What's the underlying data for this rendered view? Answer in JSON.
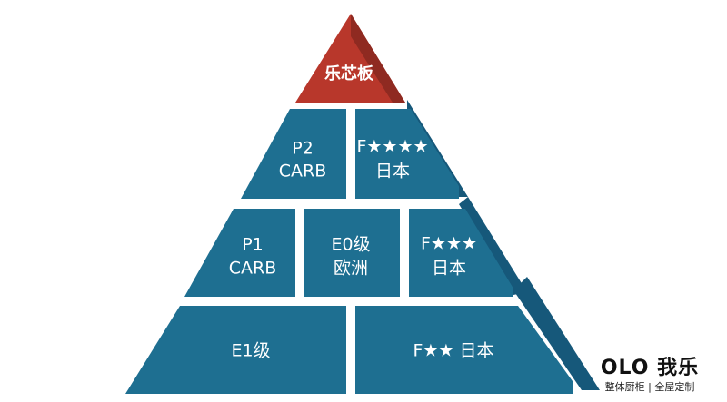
{
  "pyramid": {
    "top": {
      "line1": "乐芯板",
      "color": "#b8372b"
    },
    "tier2_left": {
      "line1": "P2",
      "line2": "CARB"
    },
    "tier2_right": {
      "line1": "F★★★★",
      "line2": "日本"
    },
    "tier3_left": {
      "line1": "P1",
      "line2": "CARB"
    },
    "tier3_mid": {
      "line1": "E0级",
      "line2": "欧洲"
    },
    "tier3_right": {
      "line1": "F★★★",
      "line2": "日本"
    },
    "tier4_left": {
      "line1": "E1级"
    },
    "tier4_right": {
      "line1": "F★★ 日本"
    },
    "colors": {
      "block": "#1e6f91",
      "side": "#16587a"
    }
  },
  "brand": {
    "logo": "OLO 我乐",
    "tagline": "整体厨柜 | 全屋定制"
  }
}
